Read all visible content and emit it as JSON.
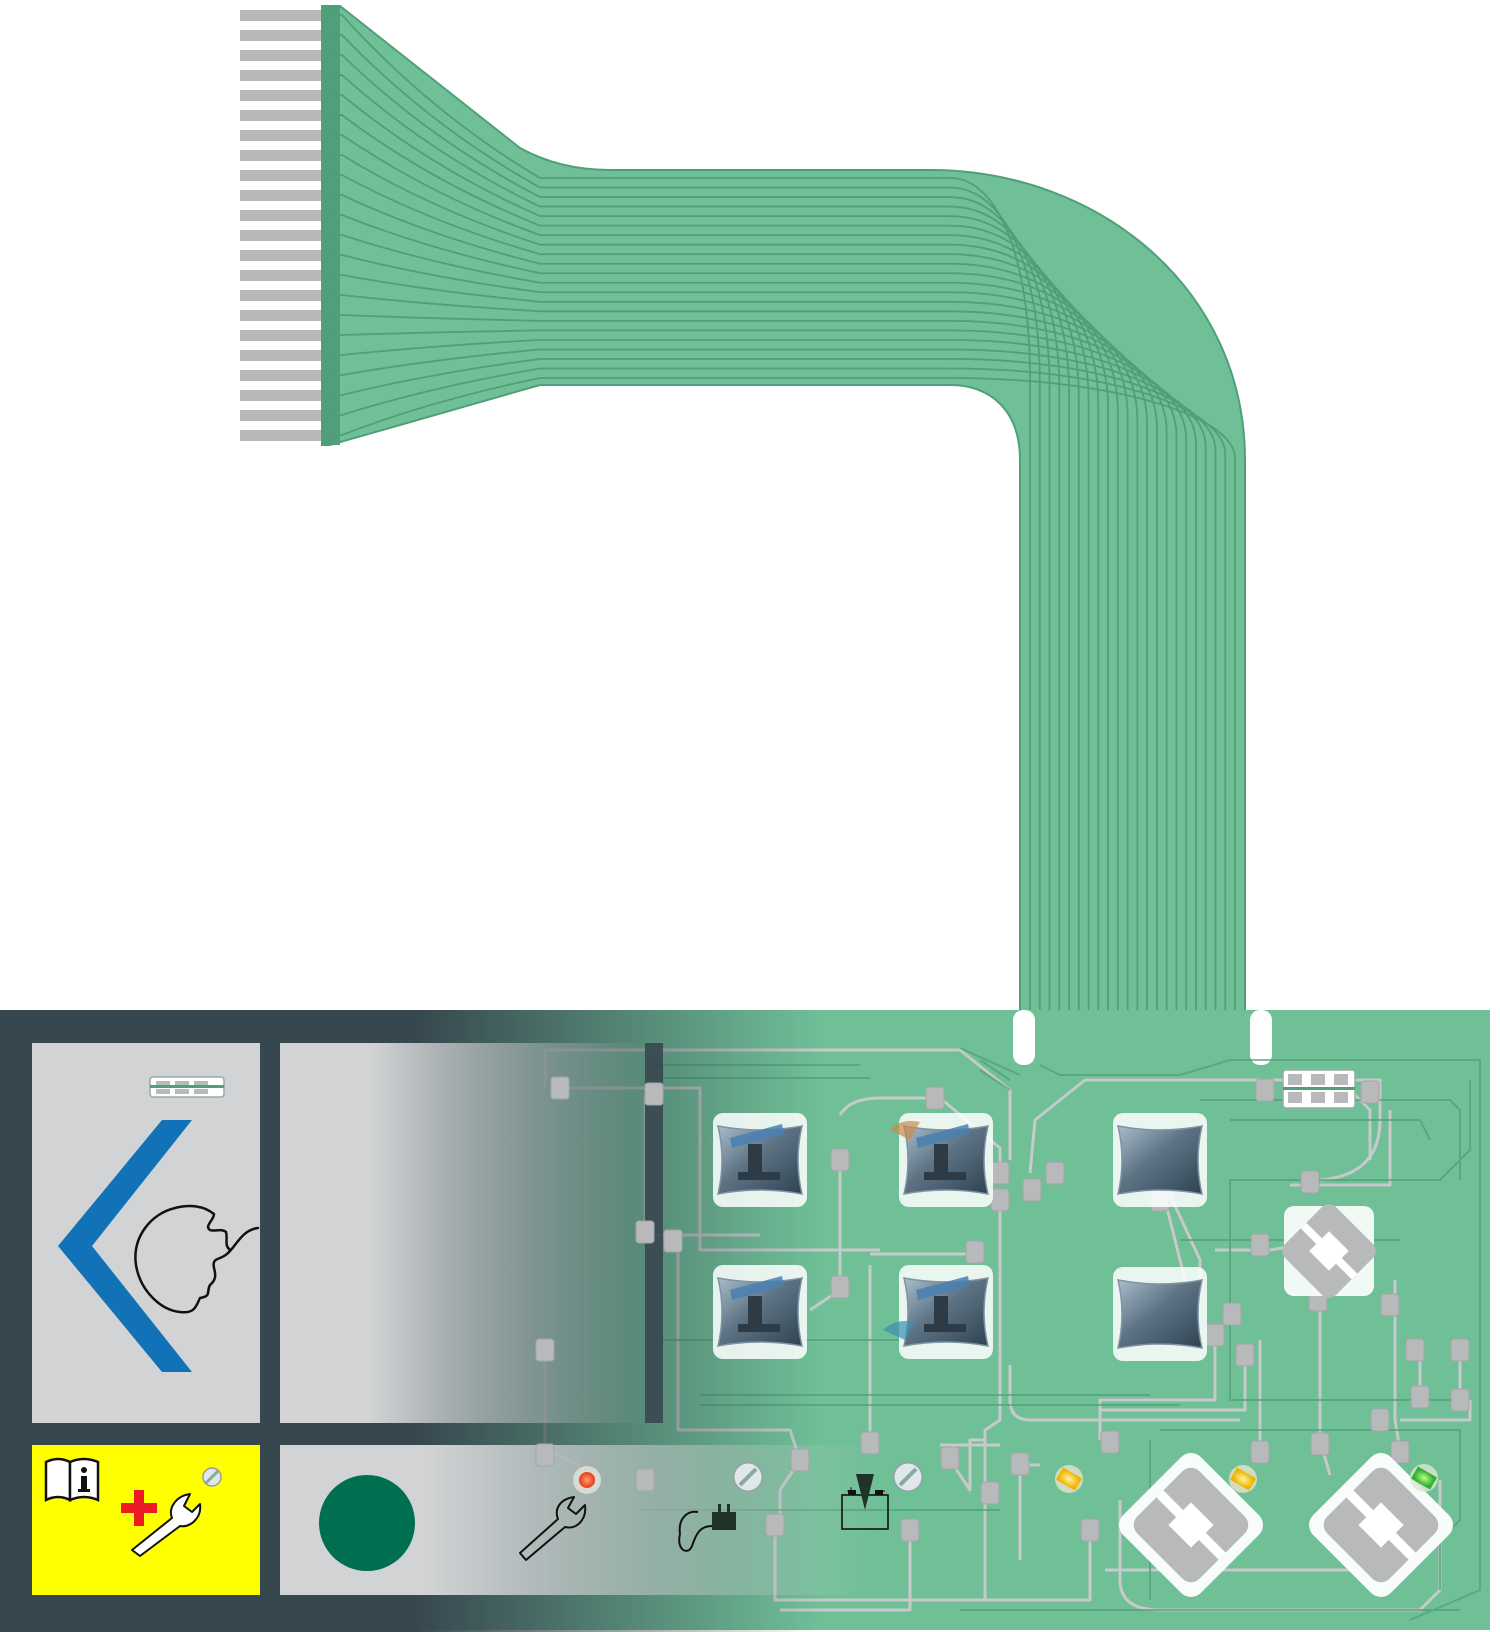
{
  "diagram": {
    "type": "membrane-keypad-exploded-view",
    "colors": {
      "flex_tail": "#6fbf97",
      "flex_trace": "#4f9f78",
      "connector_pin": "#b8b8b8",
      "overlay_frame": "#37474f",
      "overlay_window": "#d1d3d4",
      "circuit_layer": "#6fbf97",
      "circuit_trace": "#c7c9ca",
      "contact_pad": "#b7b9bb",
      "button_metal": "#5d7384",
      "back_arrow": "#1272b7",
      "warning_label": "#ffff00",
      "red_cross": "#ed1c24",
      "status_dot": "#006e50",
      "led_red": "#e53b1c",
      "led_yellow": "#f6c21a",
      "led_green": "#3fbf3f",
      "led_clear": "#dfe7ea"
    },
    "icons": {
      "back_chevron": "chevron-left-icon",
      "patient_head": "head-profile-icon",
      "manual": "instruction-manual-icon",
      "service": "wrench-icon",
      "service_required": "red-cross-wrench-icon",
      "mains_power": "power-plug-icon",
      "battery_charging": "battery-charging-icon"
    },
    "flex_tail_trace_count": 22,
    "tactile_buttons": [
      "tilt-backrest-up-button",
      "tilt-recline-up-button",
      "tilt-backrest-down-button",
      "tilt-recline-down-button",
      "star-button-upper",
      "star-button-lower"
    ],
    "leds": [
      "led-service-red",
      "led-power-clear",
      "led-battery-clear",
      "led-yellow-left",
      "led-yellow-right",
      "led-green"
    ]
  }
}
